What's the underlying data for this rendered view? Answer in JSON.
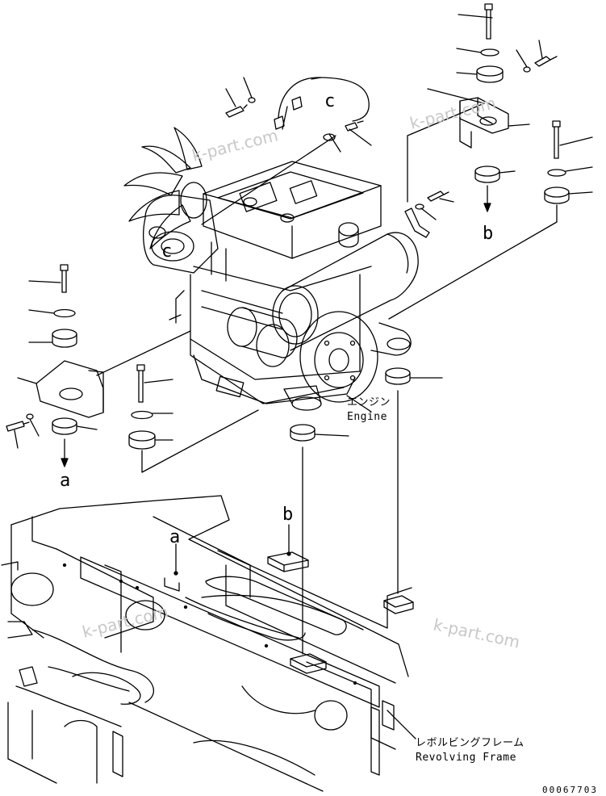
{
  "labels": {
    "callout_a_top": "a",
    "callout_b_top": "b",
    "callout_c_top": "c",
    "callout_c_fan": "c",
    "callout_a_frame": "a",
    "callout_b_frame": "b"
  },
  "captions": {
    "engine_jp": "エンジン",
    "engine_en": "Engine",
    "frame_jp": "レボルビングフレーム",
    "frame_en": "Revolving Frame"
  },
  "watermarks": {
    "wm1": "k-part.com",
    "wm2": "k-part.com",
    "wm3": "k-part.com",
    "wm4": "k-part.com"
  },
  "drawing_code": "00067703",
  "colors": {
    "line": "#000000",
    "watermark": "#c8c8c8"
  }
}
